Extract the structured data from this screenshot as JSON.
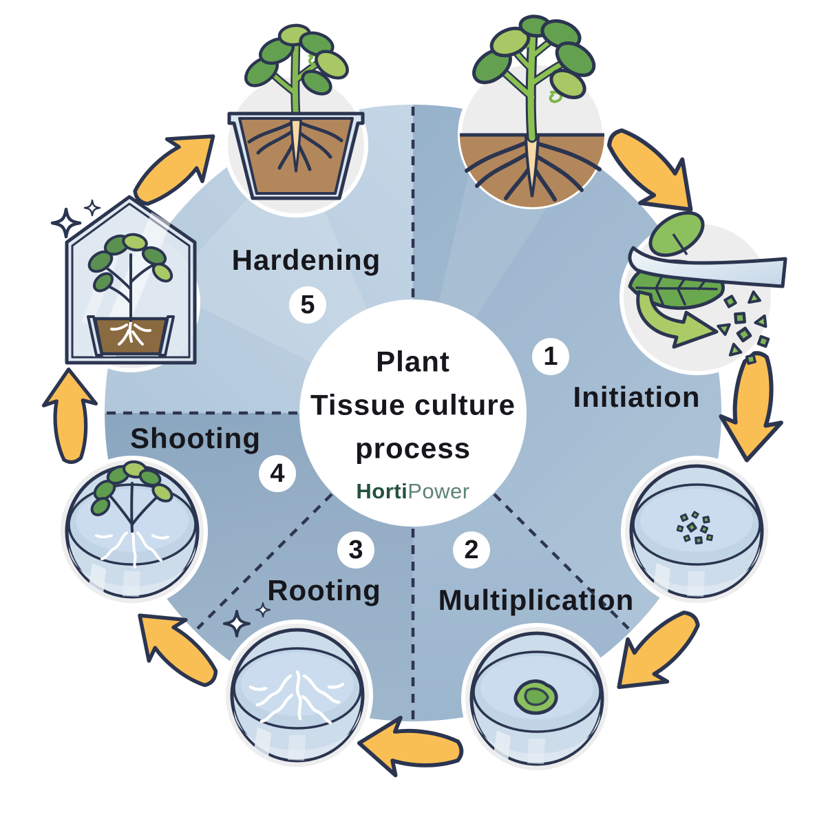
{
  "title": {
    "line1": "Plant",
    "line2": "Tissue culture",
    "line3": "process"
  },
  "logo": {
    "bold": "Horti",
    "light": "Power"
  },
  "stages": [
    {
      "number": "1",
      "label": "Initiation"
    },
    {
      "number": "2",
      "label": "Multiplication"
    },
    {
      "number": "3",
      "label": "Rooting"
    },
    {
      "number": "4",
      "label": "Shooting"
    },
    {
      "number": "5",
      "label": "Hardening"
    }
  ],
  "illustrations": [
    {
      "icon": "mother-plant-with-roots-icon"
    },
    {
      "icon": "leaf-cutting-scalpel-icon"
    },
    {
      "icon": "petri-dish-explants-icon"
    },
    {
      "icon": "petri-dish-callus-icon"
    },
    {
      "icon": "petri-dish-roots-icon"
    },
    {
      "icon": "petri-dish-shoots-icon"
    },
    {
      "icon": "greenhouse-plant-icon"
    },
    {
      "icon": "potted-plant-roots-icon"
    },
    {
      "icon": "sparkle-icon"
    },
    {
      "icon": "curved-arrow-icon"
    }
  ],
  "colors": {
    "arrow_yellow": "#f9bf55",
    "outline_navy": "#2b3550",
    "sector_initiation": "#9fb9d0",
    "sector_multiplication": "#a7bed4",
    "sector_rooting": "#94adc6",
    "sector_shooting": "#8fabc4",
    "sector_hardening": "#bdd1e3",
    "leaf_green_dark": "#63a151",
    "leaf_green_light": "#a7c865",
    "soil_brown": "#b3875c",
    "dish_blue": "#ccdcea",
    "logo_green_dark": "#24523c",
    "logo_green_light": "#5d8377"
  }
}
